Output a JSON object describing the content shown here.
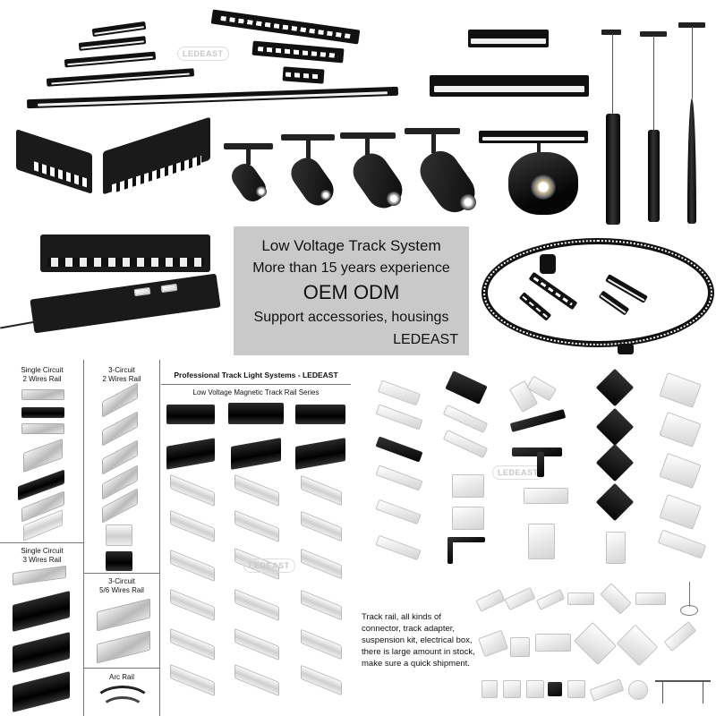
{
  "info_box": {
    "line1": "Low Voltage Track System",
    "line2": "More than 15 years experience",
    "line3": "OEM ODM",
    "line4": "Support accessories, housings",
    "line5": "LEDEAST"
  },
  "watermark": "LEDEAST",
  "catalog": {
    "header": "Professional Track Light Systems - LEDEAST",
    "subheader": "Low Voltage Magnetic Track Rail Series",
    "single_circuit_2": [
      "Single Circuit",
      "2 Wires Rail"
    ],
    "three_circuit_2": [
      "3-Circuit",
      "2 Wires Rail"
    ],
    "single_circuit_3": [
      "Single Circuit",
      "3 Wires Rail"
    ],
    "three_circuit_56": [
      "3-Circuit",
      "5/6 Wires Rail"
    ],
    "arc_rail": "Arc Rail"
  },
  "footer_text": "Track rail, all kinds of connector, track adapter, suspension kit, electrical box, there is large amount in stock, make sure a quick shipment.",
  "icons": {
    "linear": "linear-light-icon",
    "spot": "spotlight-icon",
    "pendant": "pendant-light-icon",
    "ring": "ring-track-icon"
  }
}
